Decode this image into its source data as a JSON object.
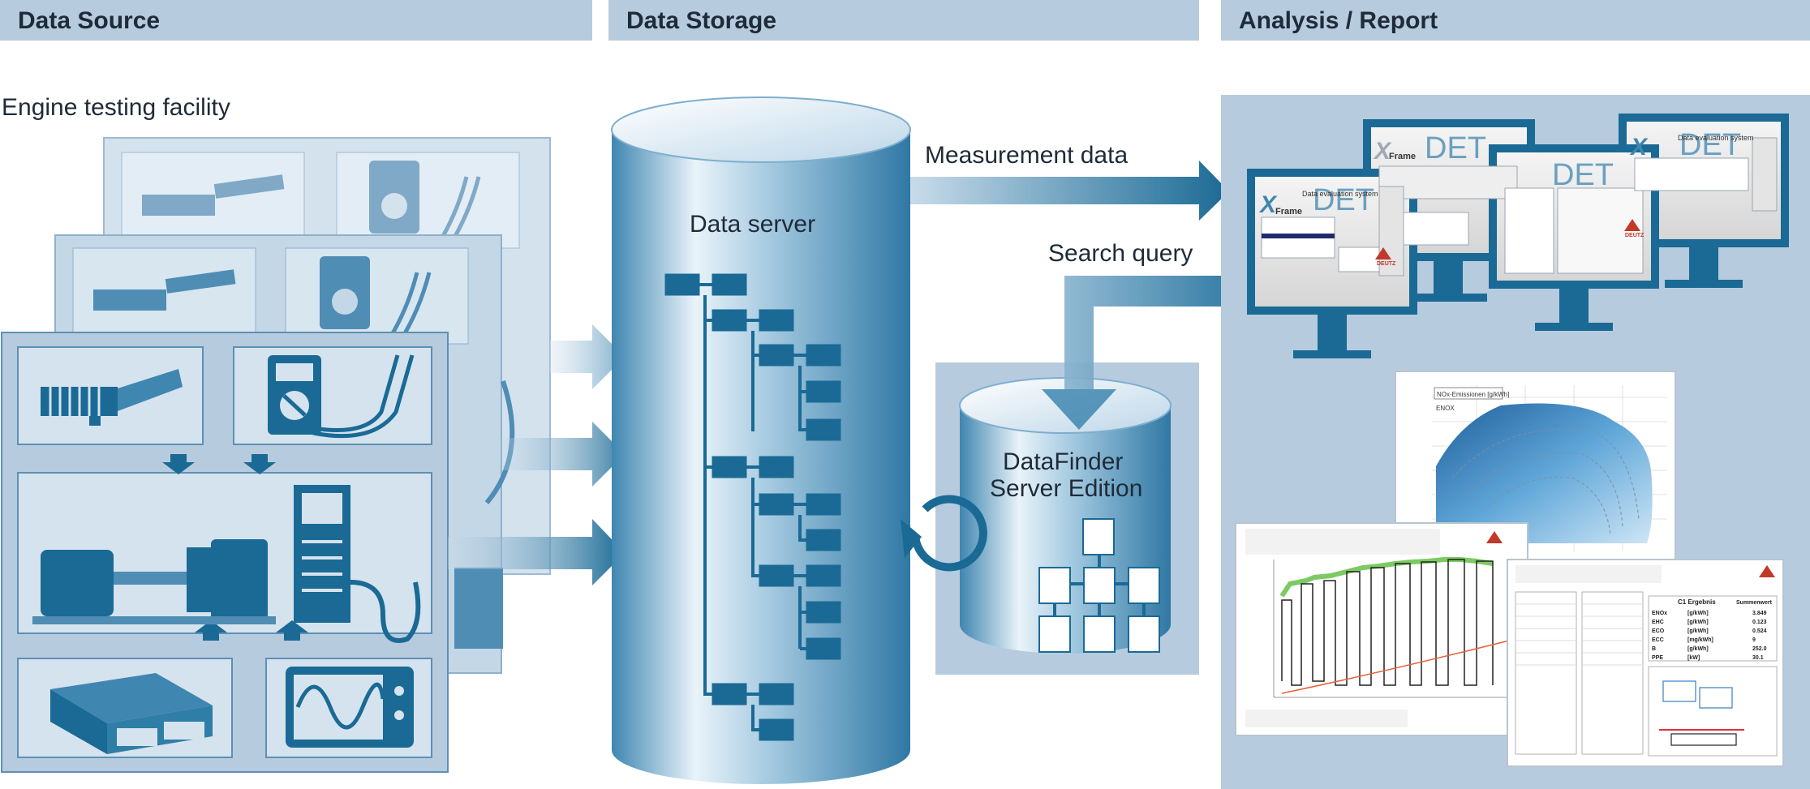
{
  "headers": {
    "data_source": "Data Source",
    "data_storage": "Data Storage",
    "analysis_report": "Analysis / Report"
  },
  "labels": {
    "engine_testing_facility": "Engine testing facility",
    "data_server": "Data server",
    "measurement_data": "Measurement data",
    "search_query": "Search query",
    "datafinder_line1": "DataFinder",
    "datafinder_line2": "Server Edition"
  },
  "screens": {
    "det": "DET",
    "frame": "Frame",
    "x_mark": "X",
    "data_evaluation_system": "Data evaluation system",
    "deutz": "DEUTZ"
  },
  "reports": {
    "nox_title": "NOx-Emissionen [g/kWh]",
    "enox": "ENOX",
    "results_title": "C1 Ergebnis",
    "sum_title": "Summenwert",
    "rows": [
      {
        "name": "ENOx",
        "unit": "[g/kWh]",
        "value": "3.849"
      },
      {
        "name": "EHC",
        "unit": "[g/kWh]",
        "value": "0.123"
      },
      {
        "name": "ECO",
        "unit": "[g/kWh]",
        "value": "0.524"
      },
      {
        "name": "ECC",
        "unit": "[mg/kWh]",
        "value": "9"
      },
      {
        "name": "B",
        "unit": "[g/kWh]",
        "value": "252.0"
      },
      {
        "name": "PPE",
        "unit": "[kW]",
        "value": "30.1"
      }
    ]
  },
  "colors": {
    "header_bg": "#b7cbdf",
    "panel_bg": "#b7cbdf",
    "accent_dark": "#1a6a95",
    "icon_blue": "#2e7ea8"
  }
}
